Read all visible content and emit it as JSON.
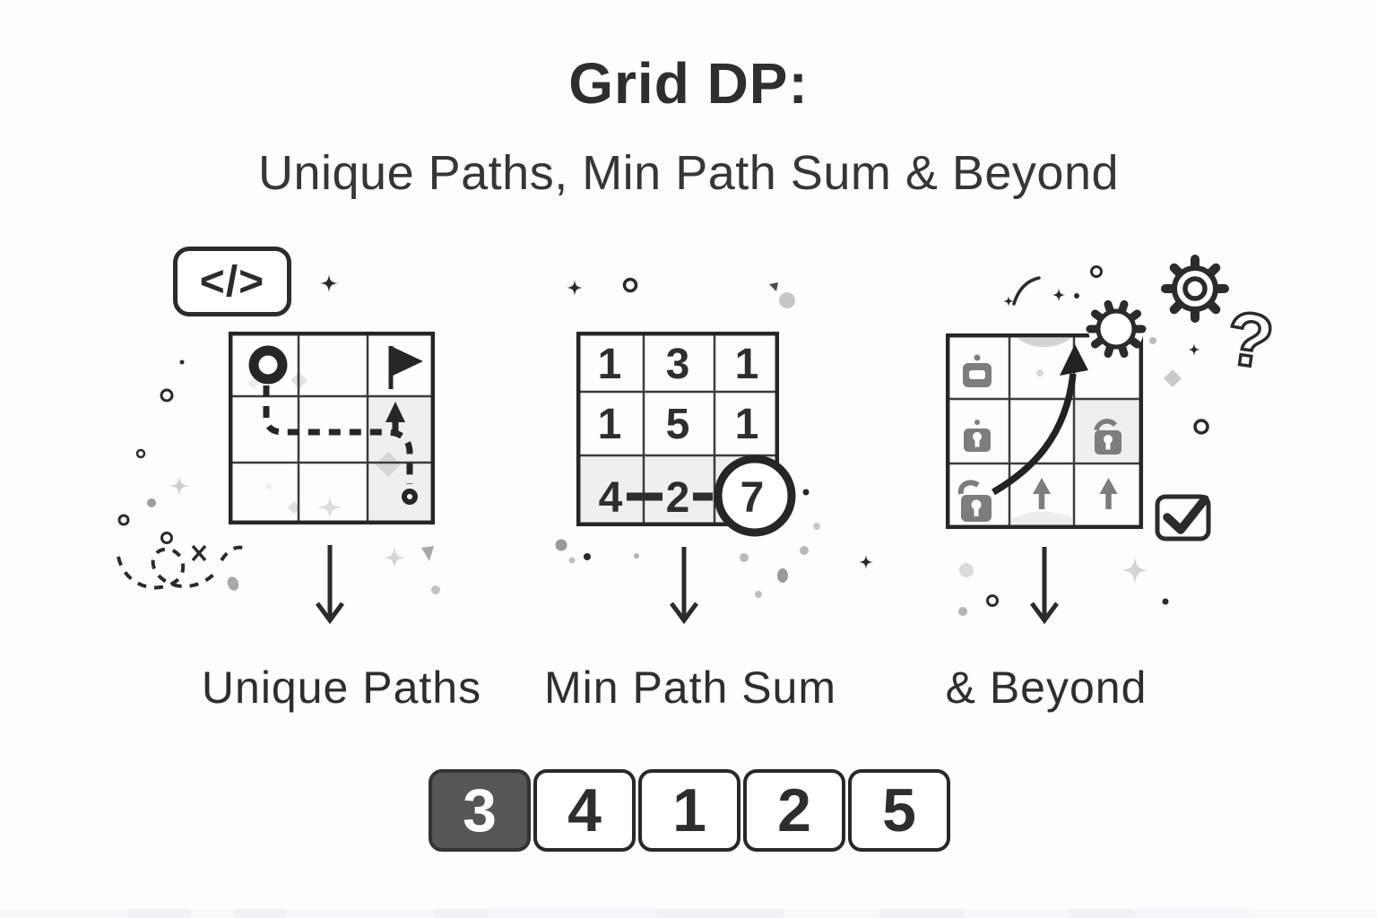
{
  "title": "Grid DP:",
  "subtitle": "Unique Paths, Min Path Sum & Beyond",
  "code_badge": {
    "text": "</>"
  },
  "panels": [
    {
      "label": "Unique Paths"
    },
    {
      "label": "Min Path Sum"
    },
    {
      "label": "& Beyond"
    }
  ],
  "unique_paths_grid": {
    "rows": 3,
    "cols": 3,
    "start_marker": "circle at top-left cell",
    "goal_marker": "flag at top-right cell",
    "route": "dashed path from start down and right, up-arrow toward flag, end dot in bottom-right column",
    "shaded_cells": [
      "middle-right",
      "bottom-right"
    ]
  },
  "min_path_sum_grid": {
    "rows": [
      [
        "1",
        "3",
        "1"
      ],
      [
        "1",
        "5",
        "1"
      ],
      [
        "4",
        "2",
        "7"
      ]
    ],
    "circled_value": "7",
    "linked_cells": [
      "4",
      "2",
      "7"
    ],
    "shaded_row": "bottom"
  },
  "beyond_grid": {
    "cells": [
      [
        "lock",
        "",
        ""
      ],
      [
        "lock",
        "",
        "lock"
      ],
      [
        "lock",
        "up-arrow",
        "up-arrow"
      ]
    ],
    "overlay": "curved growth arrow from bottom-left toward top",
    "shaded_cells": [
      "middle-right"
    ]
  },
  "sequence_strip": {
    "values": [
      "3",
      "4",
      "1",
      "2",
      "5"
    ],
    "highlighted_index": 0
  },
  "icons": {
    "code-icon": "</>",
    "start-circle-icon": "○",
    "goal-flag-icon": "⚑",
    "route-end-icon": "○",
    "up-arrow-icon": "↑",
    "down-arrow-icon": "↓",
    "growth-arrow-icon": "➚",
    "lock-icon": "🔒",
    "unlock-icon": "🔓",
    "gear-icon": "⚙",
    "badge-icon": "❂",
    "question-mark-icon": "?",
    "checkmark-icon": "✓",
    "sparkle-icon": "✦"
  },
  "colors": {
    "ink": "#2b2b2b",
    "text": "#2e2e2e",
    "icon_gray": "#7d7d7d",
    "cell_shade": "#efefef",
    "highlight_cell_bg": "#565656",
    "background": "#fdfdfd"
  }
}
